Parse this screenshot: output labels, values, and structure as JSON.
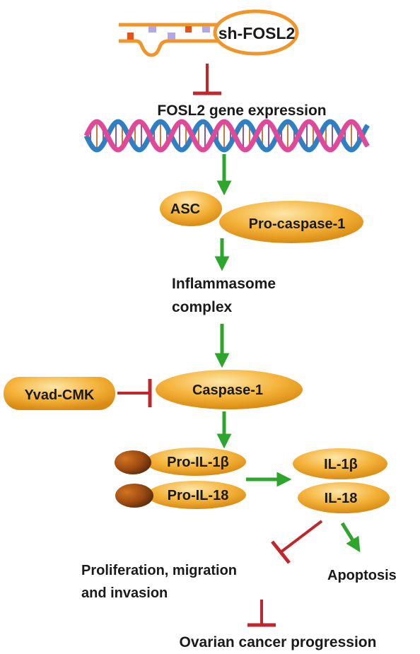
{
  "colors": {
    "oval_fill": "#f5b43c",
    "oval_highlight": "#fde6a8",
    "activation_arrow": "#2ea52b",
    "inhibition_bar": "#c0272d",
    "hairpin": "#f0952a",
    "dna_blue": "#2e7fc4",
    "dna_pink": "#e0489a",
    "bead": "#9c4a12"
  },
  "icons": {
    "shrna": "hairpin-icon",
    "dna": "dna-helix-icon"
  },
  "nodes": {
    "shrna": "sh-FOSL2",
    "gene_expression": "FOSL2 gene expression",
    "asc": "ASC",
    "pro_caspase": "Pro-caspase-1",
    "inflammasome_line1": "Inflammasome",
    "inflammasome_line2": "complex",
    "yvad": "Yvad-CMK",
    "caspase": "Caspase-1",
    "pro_il1b": "Pro-IL-1β",
    "pro_il18": "Pro-IL-18",
    "il1b": "IL-1β",
    "il18": "IL-18",
    "prolif_line1": "Proliferation, migration",
    "prolif_line2": "and invasion",
    "apoptosis": "Apoptosis",
    "progression": "Ovarian cancer progression"
  },
  "edges": [
    {
      "from": "sh-FOSL2",
      "to": "FOSL2 gene expression",
      "kind": "inhibits"
    },
    {
      "from": "FOSL2 gene expression",
      "to": "ASC / Pro-caspase-1",
      "kind": "activates"
    },
    {
      "from": "ASC / Pro-caspase-1",
      "to": "Inflammasome complex",
      "kind": "activates"
    },
    {
      "from": "Inflammasome complex",
      "to": "Caspase-1",
      "kind": "activates"
    },
    {
      "from": "Yvad-CMK",
      "to": "Caspase-1",
      "kind": "inhibits"
    },
    {
      "from": "Caspase-1",
      "to": "Pro-IL-1β / Pro-IL-18",
      "kind": "activates"
    },
    {
      "from": "Pro-IL-1β / Pro-IL-18",
      "to": "IL-1β / IL-18",
      "kind": "activates"
    },
    {
      "from": "IL-1β / IL-18",
      "to": "Proliferation, migration and invasion",
      "kind": "inhibits"
    },
    {
      "from": "IL-1β / IL-18",
      "to": "Apoptosis",
      "kind": "activates"
    },
    {
      "from": "Proliferation, migration and invasion",
      "to": "Ovarian cancer progression",
      "kind": "inhibits"
    }
  ]
}
